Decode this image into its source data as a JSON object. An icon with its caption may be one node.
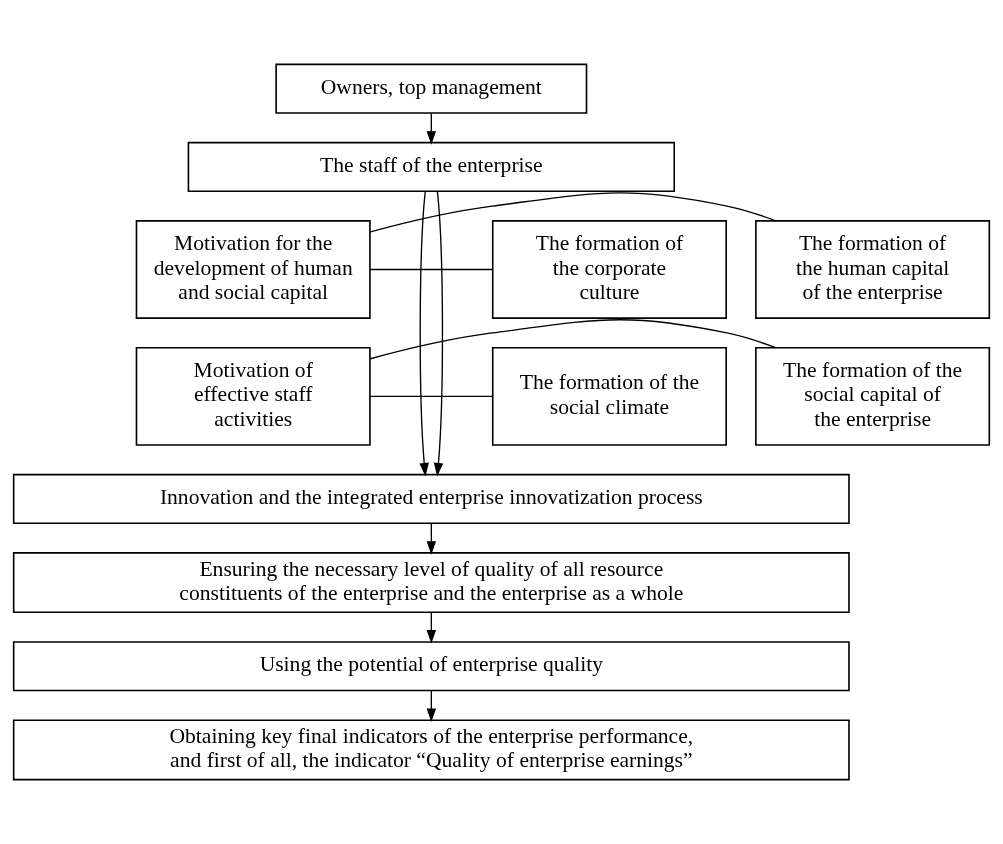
{
  "diagram": {
    "nodes": [
      {
        "text": [
          "Owners, top management"
        ]
      },
      {
        "text": [
          "The staff of the enterprise"
        ]
      },
      {
        "text": [
          "The formation of the human capital of the enterprise"
        ]
      },
      {
        "text": [
          "Motivation for the development of human and social capital"
        ]
      },
      {
        "text": [
          "The formation of the corporate culture"
        ]
      },
      {
        "text": [
          "The formation of the social capital of the enterprise"
        ]
      },
      {
        "text": [
          "Motivation of effective staff activities"
        ]
      },
      {
        "text": [
          "The formation of the social climate"
        ]
      },
      {
        "text": [
          "Innovation and the integrated enterprise innovatization process"
        ]
      },
      {
        "text": [
          "Ensuring the necessary level of quality of all resource constituents of the enterprise and the enterprise as a whole"
        ]
      },
      {
        "text": [
          "Using the potential of enterprise quality"
        ]
      },
      {
        "text": [
          "Obtaining key final indicators of the enterprise performance, and first of all, the indicator “Quality of enterprise earnings”"
        ]
      }
    ],
    "edges": [
      {
        "from": 0,
        "to": 1,
        "arrow": "to"
      },
      {
        "from": 1,
        "to": 8,
        "arrow": "to"
      },
      {
        "from": 1,
        "to": 8,
        "arrow": "to"
      },
      {
        "from": 2,
        "to": 3,
        "arrow": "none"
      },
      {
        "from": 3,
        "to": 4,
        "arrow": "none"
      },
      {
        "from": 5,
        "to": 6,
        "arrow": "none"
      },
      {
        "from": 6,
        "to": 7,
        "arrow": "none"
      },
      {
        "from": 8,
        "to": 9,
        "arrow": "to"
      },
      {
        "from": 9,
        "to": 10,
        "arrow": "to"
      },
      {
        "from": 10,
        "to": 11,
        "arrow": "to"
      }
    ]
  }
}
